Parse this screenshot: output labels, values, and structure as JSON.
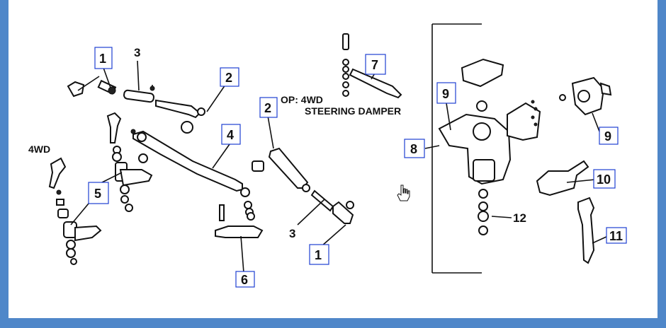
{
  "labels": {
    "wd_left": "4WD",
    "op_line1": "OP: 4WD",
    "op_line2": "STEERING DAMPER"
  },
  "callouts": {
    "c1a": "1",
    "c2a": "2",
    "c2b": "2",
    "c4": "4",
    "c5": "5",
    "c6": "6",
    "c1b": "1",
    "c7": "7",
    "c8": "8",
    "c9a": "9",
    "c9b": "9",
    "c10": "10",
    "c11": "11"
  },
  "plain_numbers": {
    "n3a": "3",
    "n3b": "3",
    "n12": "12"
  },
  "colors": {
    "frame": "#4f87c9",
    "callout_border": "#1f3fd1"
  }
}
